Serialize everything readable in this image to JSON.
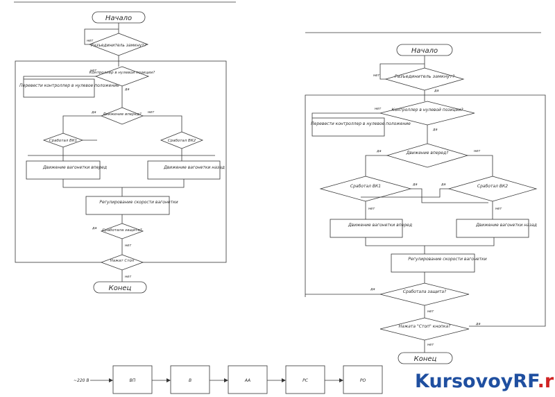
{
  "left_flowchart": {
    "start": "Начало",
    "q_separated": "Разъединитель замкнут?",
    "q_controller_zero": "Контроллер в нулевой позиции?",
    "a_set_controller": "Перевести контроллер в нулевое положение",
    "q_move_forward": "Движение вперед?",
    "q_kv1": "Сработал ВК1",
    "q_kv2": "Сработал ВК2",
    "a_move_forward": "Движение вагонетки вперед",
    "a_move_back": "Движение вагонетки назад",
    "a_speed": "Регулирование скорости вагонетки",
    "q_protection": "Сработала защита?",
    "q_stop": "Нажат Стоп",
    "end": "Конец",
    "yes": "да",
    "no": "нет"
  },
  "right_flowchart": {
    "start": "Начало",
    "q_separated": "Разъединитель замкнут?",
    "q_controller_zero": "Контроллер в нулевой позиции?",
    "a_set_controller": "Перевести контроллер в нулевое положение",
    "q_move_forward": "Движение вперед?",
    "q_kv1": "Сработал ВК1",
    "q_kv2": "Сработал ВК2",
    "a_move_forward": "Движение вагонетки вперед",
    "a_move_back": "Движение вагонетки назад",
    "a_speed": "Регулирование скорости вагонетки",
    "q_protection": "Сработала защита?",
    "q_stop": "Нажата \"Стоп\" кнопка?",
    "end": "Конец",
    "yes": "да",
    "no": "нет"
  },
  "chain": {
    "input": "~220 В",
    "blocks": [
      "ВП",
      "В",
      "АА",
      "РС",
      "РО"
    ]
  },
  "watermark": {
    "part1": "KursovoyRF",
    "part2": ".ru"
  }
}
